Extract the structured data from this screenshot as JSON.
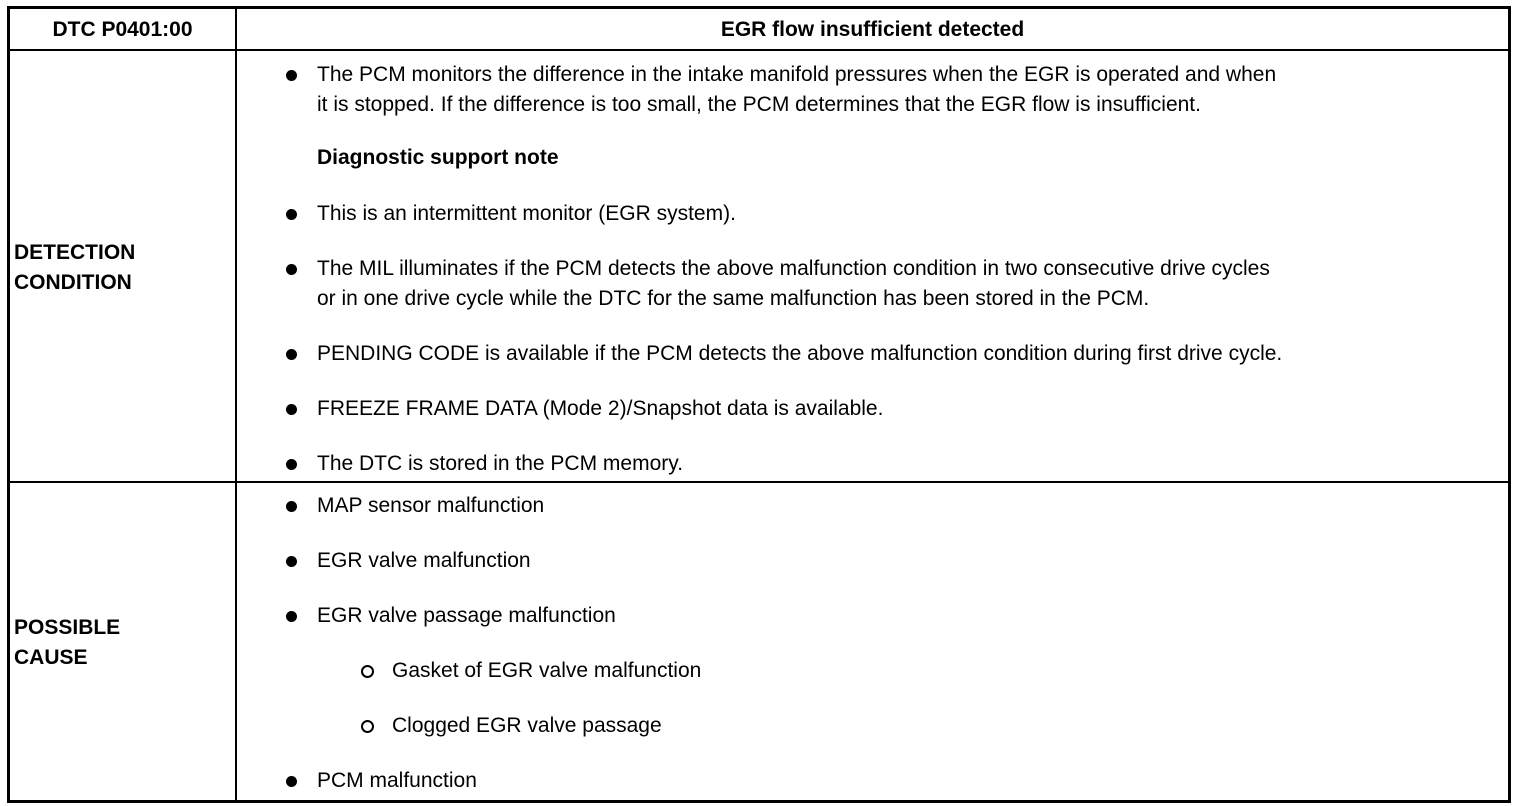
{
  "header": {
    "code": "DTC P0401:00",
    "title": "EGR flow insufficient detected"
  },
  "detection": {
    "label_line1": "DETECTION",
    "label_line2": "CONDITION",
    "item1_line1": "The PCM monitors the difference in the intake manifold pressures when the EGR is operated and when",
    "item1_line2": "it is stopped. If the difference is too small, the PCM determines that the EGR flow is insufficient.",
    "support_note": "Diagnostic support note",
    "item2": "This is an intermittent monitor (EGR system).",
    "item3_line1": "The MIL illuminates if the PCM detects the above malfunction condition in two consecutive drive cycles",
    "item3_line2": "or in one drive cycle while the DTC for the same malfunction has been stored in the PCM.",
    "item4": "PENDING CODE is available if the PCM detects the above malfunction condition during first drive cycle.",
    "item5": "FREEZE FRAME DATA (Mode 2)/Snapshot data is available.",
    "item6": "The DTC is stored in the PCM memory."
  },
  "cause": {
    "label_line1": "POSSIBLE",
    "label_line2": "CAUSE",
    "item1": "MAP sensor malfunction",
    "item2": "EGR valve malfunction",
    "item3": "EGR valve passage malfunction",
    "sub1": "Gasket of EGR valve malfunction",
    "sub2": "Clogged EGR valve passage",
    "item4": "PCM malfunction"
  }
}
